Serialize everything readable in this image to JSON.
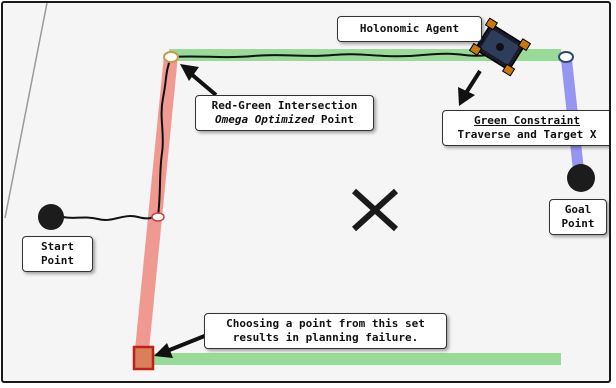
{
  "labels": {
    "agent": "Holonomic Agent",
    "intersection_line1": "Red-Green Intersection",
    "intersection_line2_italic": "Omega Optimized",
    "intersection_line2_rest": " Point",
    "constraint_line1": "Green Constraint",
    "constraint_line2": "Traverse and Target X",
    "start_line1": "Start",
    "start_line2": "Point",
    "goal_line1": "Goal",
    "goal_line2": "Point",
    "failure_line1": "Choosing a point from this set",
    "failure_line2": "results in planning failure."
  },
  "colors": {
    "red_constraint": "#f08a80",
    "green_constraint": "#8fd98f",
    "blue_constraint": "#8c8cf2",
    "path": "#111111",
    "marker_dark": "#1c1c1c",
    "intersection_marker": "#c89a50",
    "failure_marker": "#d9805a",
    "failure_marker_border": "#c0201a"
  },
  "icons": {
    "target": "x-mark-icon",
    "robot": "holonomic-robot-icon"
  }
}
